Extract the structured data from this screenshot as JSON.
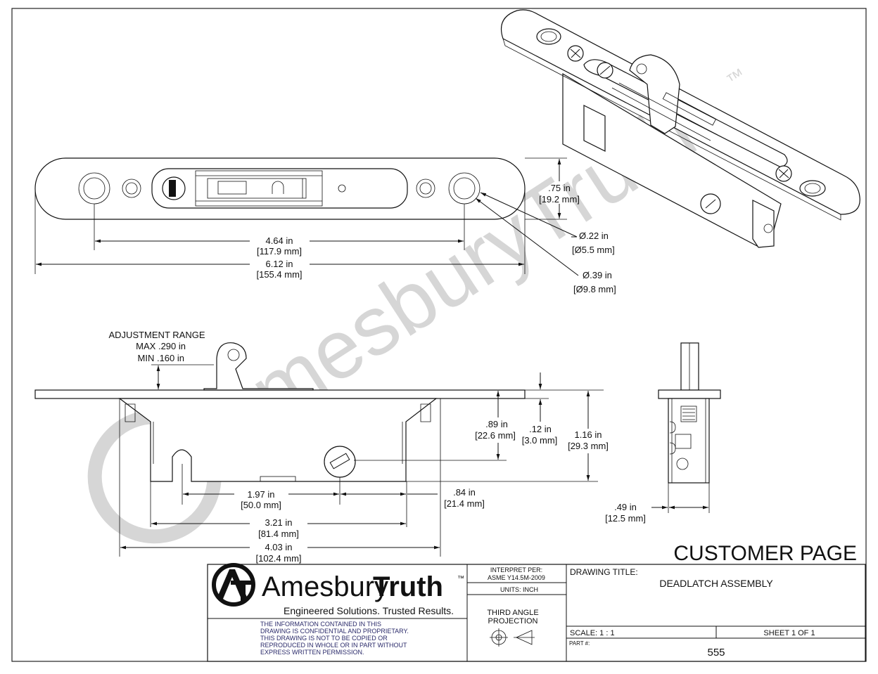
{
  "colors": {
    "ink": "#111111",
    "watermark": "#d6d6d6",
    "paper": "#ffffff"
  },
  "watermark": {
    "text": "AmesburyTruth",
    "trademark": "™"
  },
  "top_view": {
    "height_in": ".75 in",
    "height_mm": "[19.2 mm]",
    "hole_small_in": "Ø.22 in",
    "hole_small_mm": "[Ø5.5 mm]",
    "hole_large_in": "Ø.39 in",
    "hole_large_mm": "[Ø9.8 mm]",
    "hole_spacing_in": "4.64 in",
    "hole_spacing_mm": "[117.9 mm]",
    "overall_length_in": "6.12 in",
    "overall_length_mm": "[155.4 mm]"
  },
  "side_view": {
    "adjust_title": "ADJUSTMENT RANGE",
    "adjust_max": "MAX .290 in",
    "adjust_min": "MIN .160 in",
    "d089_in": ".89 in",
    "d089_mm": "[22.6 mm]",
    "d012_in": ".12 in",
    "d012_mm": "[3.0 mm]",
    "d116_in": "1.16 in",
    "d116_mm": "[29.3 mm]",
    "d197_in": "1.97 in",
    "d197_mm": "[50.0 mm]",
    "d084_in": ".84 in",
    "d084_mm": "[21.4 mm]",
    "d321_in": "3.21 in",
    "d321_mm": "[81.4 mm]",
    "d403_in": "4.03 in",
    "d403_mm": "[102.4 mm]"
  },
  "end_view": {
    "width_in": ".49 in",
    "width_mm": "[12.5 mm]"
  },
  "customer_page": "CUSTOMER PAGE",
  "title_block": {
    "logo_text_light": "Amesbury",
    "logo_text_bold": "Truth",
    "logo_tm": "™",
    "tagline": "Engineered Solutions. Trusted Results.",
    "notice_lines": [
      "THE INFORMATION CONTAINED IN THIS",
      "DRAWING IS CONFIDENTIAL AND PROPRIETARY.",
      "THIS DRAWING IS NOT TO BE COPIED OR",
      "REPRODUCED IN WHOLE OR IN PART WITHOUT",
      "EXPRESS WRITTEN PERMISSION."
    ],
    "interpret_label": "INTERPRET PER:",
    "interpret_value": "ASME Y14.5M-2009",
    "units": "UNITS:  INCH",
    "projection_line1": "THIRD ANGLE",
    "projection_line2": "PROJECTION",
    "drawing_title_label": "DRAWING TITLE:",
    "drawing_title": "DEADLATCH ASSEMBLY",
    "scale": "SCALE: 1 : 1",
    "sheet": "SHEET 1  OF 1",
    "part_label": "PART #:",
    "part_number": "555"
  }
}
